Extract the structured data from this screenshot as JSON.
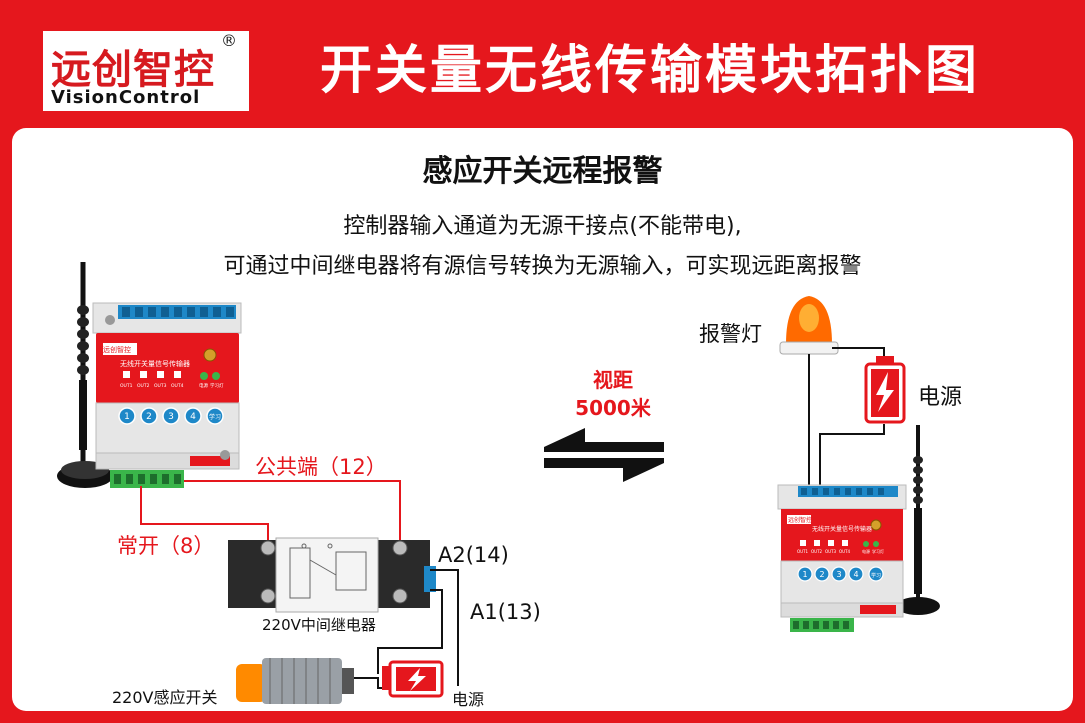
{
  "header": {
    "logo_cn": "远创智控",
    "logo_reg": "®",
    "logo_en": "VisionControl",
    "title": "开关量无线传输模块拓扑图"
  },
  "main": {
    "subtitle": "感应开关远程报警",
    "desc_line1": "控制器输入通道为无源干接点(不能带电),",
    "desc_line2": "可通过中间继电器将有源信号转换为无源输入，可实现远距离报警"
  },
  "labels": {
    "common": "公共端（12）",
    "normal_open": "常开（8）",
    "a2": "A2(14)",
    "a1": "A1(13)",
    "relay": "220V中间继电器",
    "sensor": "220V感应开关",
    "power_left": "电源",
    "range_line1": "视距",
    "range_line2": "5000米",
    "alarm_lamp": "报警灯",
    "power_right": "电源"
  },
  "module": {
    "panel_title": "无线开关量信号传输器",
    "out_labels": [
      "OUT1",
      "OUT2",
      "OUT3",
      "OUT4"
    ],
    "led_labels": [
      "电源",
      "学习灯"
    ],
    "buttons": [
      "1",
      "2",
      "3",
      "4"
    ],
    "learn_button": "学习"
  },
  "colors": {
    "brand_red": "#e5171d",
    "wire_black": "#111111",
    "terminal_green": "#3ab54a",
    "terminal_blue": "#1e88c8",
    "lamp_orange": "#ff6a00"
  }
}
